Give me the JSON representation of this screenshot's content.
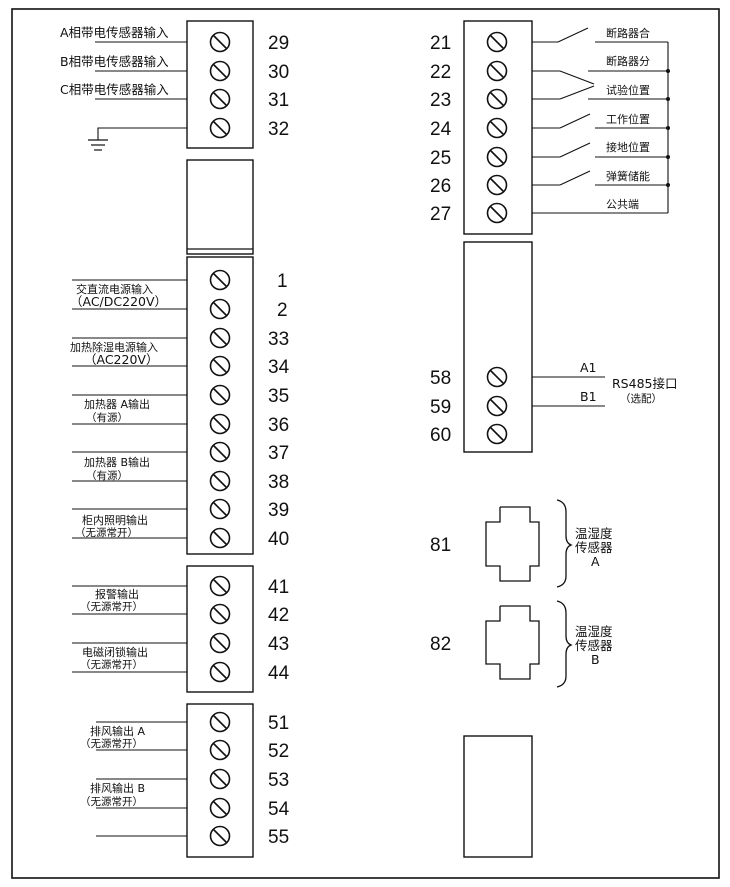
{
  "sensor_inputs": {
    "a": "A相带电传感器输入",
    "b": "B相带电传感器输入",
    "c": "C相带电传感器输入",
    "ground_icon": "ground-icon"
  },
  "terminals": {
    "t29": "29",
    "t30": "30",
    "t31": "31",
    "t32": "32",
    "t1": "1",
    "t2": "2",
    "t33": "33",
    "t34": "34",
    "t35": "35",
    "t36": "36",
    "t37": "37",
    "t38": "38",
    "t39": "39",
    "t40": "40",
    "t41": "41",
    "t42": "42",
    "t43": "43",
    "t44": "44",
    "t51": "51",
    "t52": "52",
    "t53": "53",
    "t54": "54",
    "t55": "55",
    "t21": "21",
    "t22": "22",
    "t23": "23",
    "t24": "24",
    "t25": "25",
    "t26": "26",
    "t27": "27",
    "t58": "58",
    "t59": "59",
    "t60": "60",
    "t81": "81",
    "t82": "82"
  },
  "left_labels": {
    "power_in": "交直流电源输入",
    "power_in_v": "（AC/DC220V）",
    "heat_in": "加热除湿电源输入",
    "heat_in_v": "（AC220V）",
    "heater_a": "加热器 A输出",
    "heater_a_sub": "（有源）",
    "heater_b": "加热器 B输出",
    "heater_b_sub": "（有源）",
    "light": "柜内照明输出",
    "light_sub": "（无源常开）",
    "alarm": "报警输出",
    "alarm_sub": "（无源常开）",
    "lock": "电磁闭锁输出",
    "lock_sub": "（无源常开）",
    "fan_a": "排风输出  A",
    "fan_a_sub": "（无源常开）",
    "fan_b": "排风输出  B",
    "fan_b_sub": "（无源常开）"
  },
  "right_labels": {
    "breaker_close": "断路器合",
    "breaker_open": "断路器分",
    "test_pos": "试验位置",
    "work_pos": "工作位置",
    "ground_pos": "接地位置",
    "spring": "弹簧储能",
    "common": "公共端",
    "a1": "A1",
    "b1": "B1",
    "rs485": "RS485接口",
    "rs485_sub": "（选配）",
    "sensor_a_1": "温湿度",
    "sensor_a_2": "传感器",
    "sensor_a_3": "A",
    "sensor_b_1": "温湿度",
    "sensor_b_2": "传感器",
    "sensor_b_3": "B"
  }
}
